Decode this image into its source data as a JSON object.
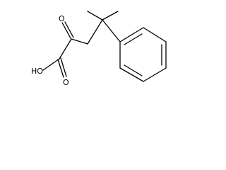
{
  "molecule": {
    "atom_labels": {
      "hydroxyl": "HO",
      "ketone_oxygen": "O",
      "acid_carbonyl_oxygen": "O"
    }
  },
  "colors": {
    "bond": "#000000",
    "background": "#ffffff"
  }
}
